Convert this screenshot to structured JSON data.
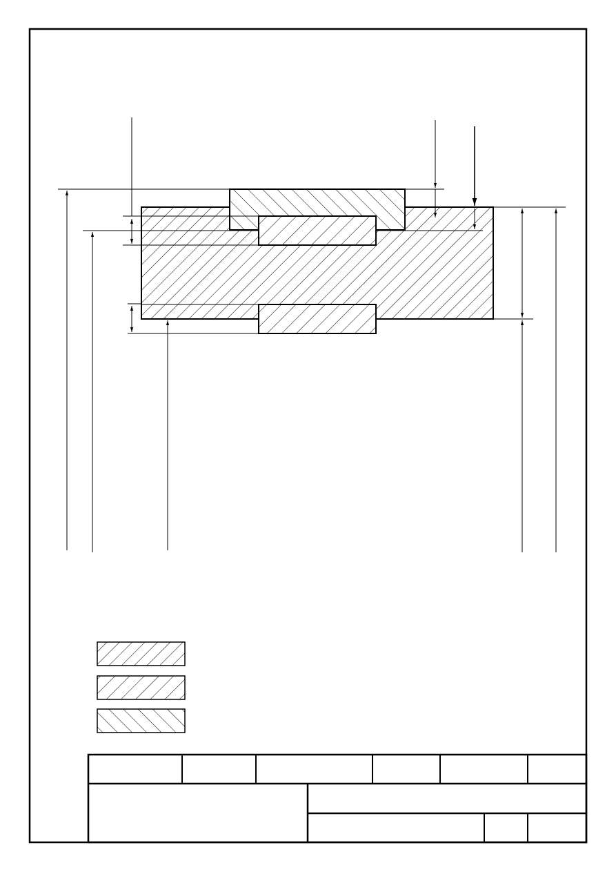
{
  "drawing": {
    "colors": {
      "line": "#000000",
      "background": "#ffffff"
    },
    "hatch_patterns": [
      "forward-diagonal-fine",
      "forward-diagonal-wide",
      "backward-diagonal"
    ],
    "legend": [
      {
        "pattern": "forward-diagonal-fine"
      },
      {
        "pattern": "forward-diagonal-wide"
      },
      {
        "pattern": "backward-diagonal"
      }
    ],
    "title_block": {
      "rows": 3,
      "text": ""
    }
  }
}
